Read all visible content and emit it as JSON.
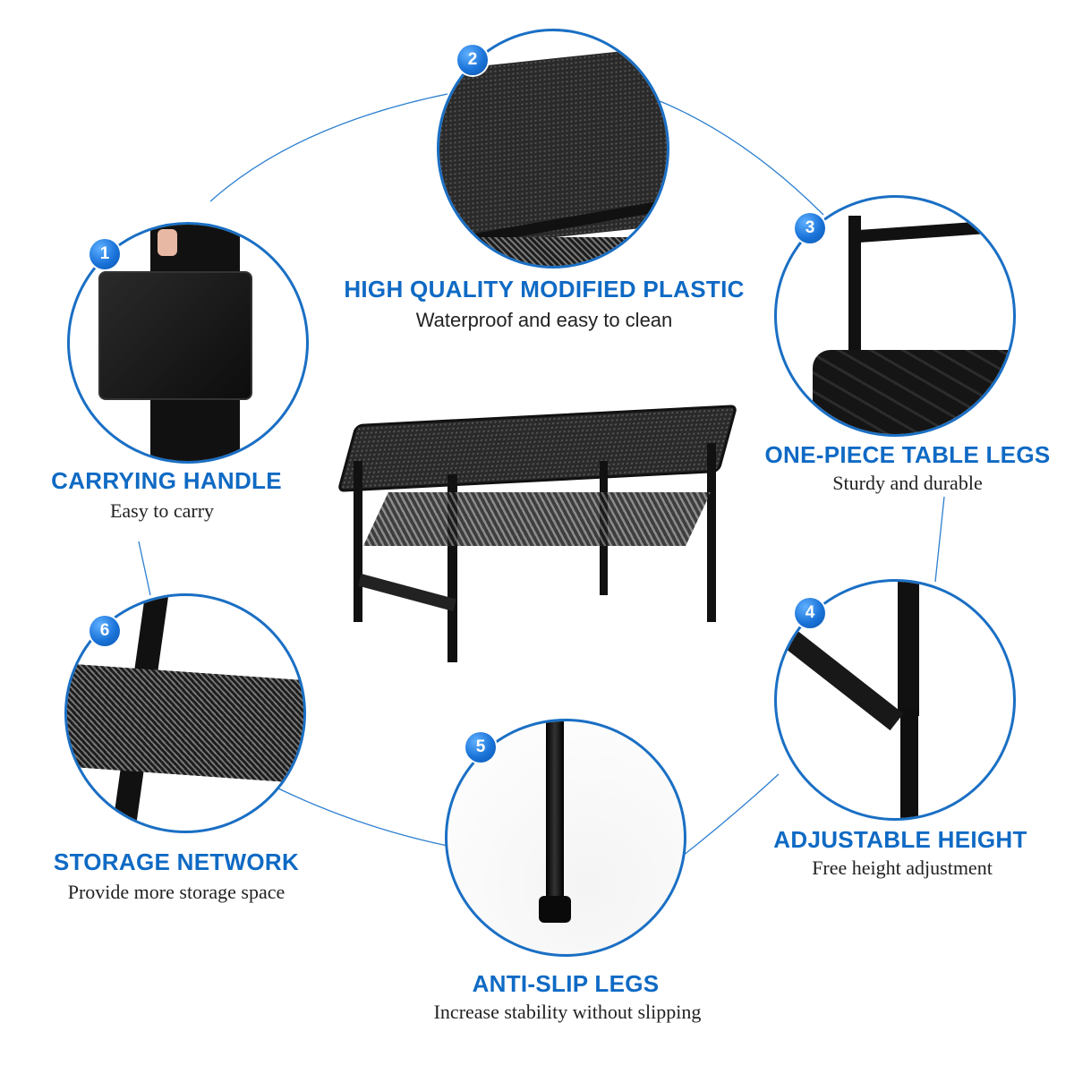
{
  "infographic": {
    "accent_color": "#0f6ac4",
    "product": "Folding camping table with storage mesh",
    "features": [
      {
        "number": "1",
        "title": "CARRYING HANDLE",
        "subtitle": "Easy to carry",
        "image": "person carrying folded table by handle"
      },
      {
        "number": "2",
        "title": "HIGH QUALITY MODIFIED PLASTIC",
        "subtitle": "Waterproof and easy to clean",
        "image": "close-up of textured table top"
      },
      {
        "number": "3",
        "title": "ONE-PIECE TABLE LEGS",
        "subtitle": "Sturdy and durable",
        "image": "underside view of folding leg"
      },
      {
        "number": "4",
        "title": "ADJUSTABLE HEIGHT",
        "subtitle": "Free height adjustment",
        "image": "telescoping leg joint"
      },
      {
        "number": "5",
        "title": "ANTI-SLIP LEGS",
        "subtitle": "Increase stability without slipping",
        "image": "leg with rubber foot cap"
      },
      {
        "number": "6",
        "title": "STORAGE NETWORK",
        "subtitle": "Provide more storage space",
        "image": "mesh storage shelf"
      }
    ]
  }
}
